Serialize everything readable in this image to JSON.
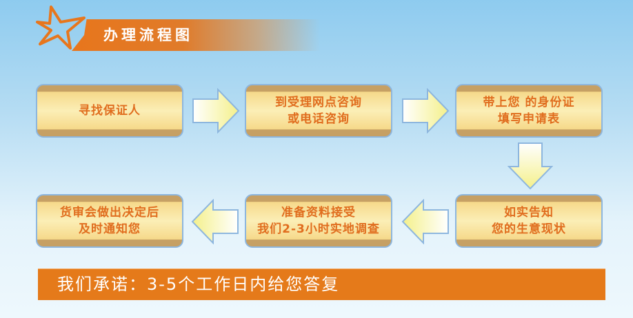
{
  "header": {
    "title": "办理流程图"
  },
  "steps": [
    {
      "label": "寻找保证人"
    },
    {
      "label": "到受理网点咨询\n或电话咨询"
    },
    {
      "label": "带上您 的身份证\n填写申请表"
    },
    {
      "label": "如实告知\n您的生意现状"
    },
    {
      "label": "准备资料接受\n我们2-3小时实地调查"
    },
    {
      "label": "货审会做出决定后\n及时通知您"
    }
  ],
  "promise": {
    "text": "我们承诺：3-5个工作日内给您答复"
  },
  "colors": {
    "accent": "#e57a1a",
    "box_text": "#e06d1e",
    "box_band": "#c6a064",
    "box_fill": "#fbeeb6"
  }
}
